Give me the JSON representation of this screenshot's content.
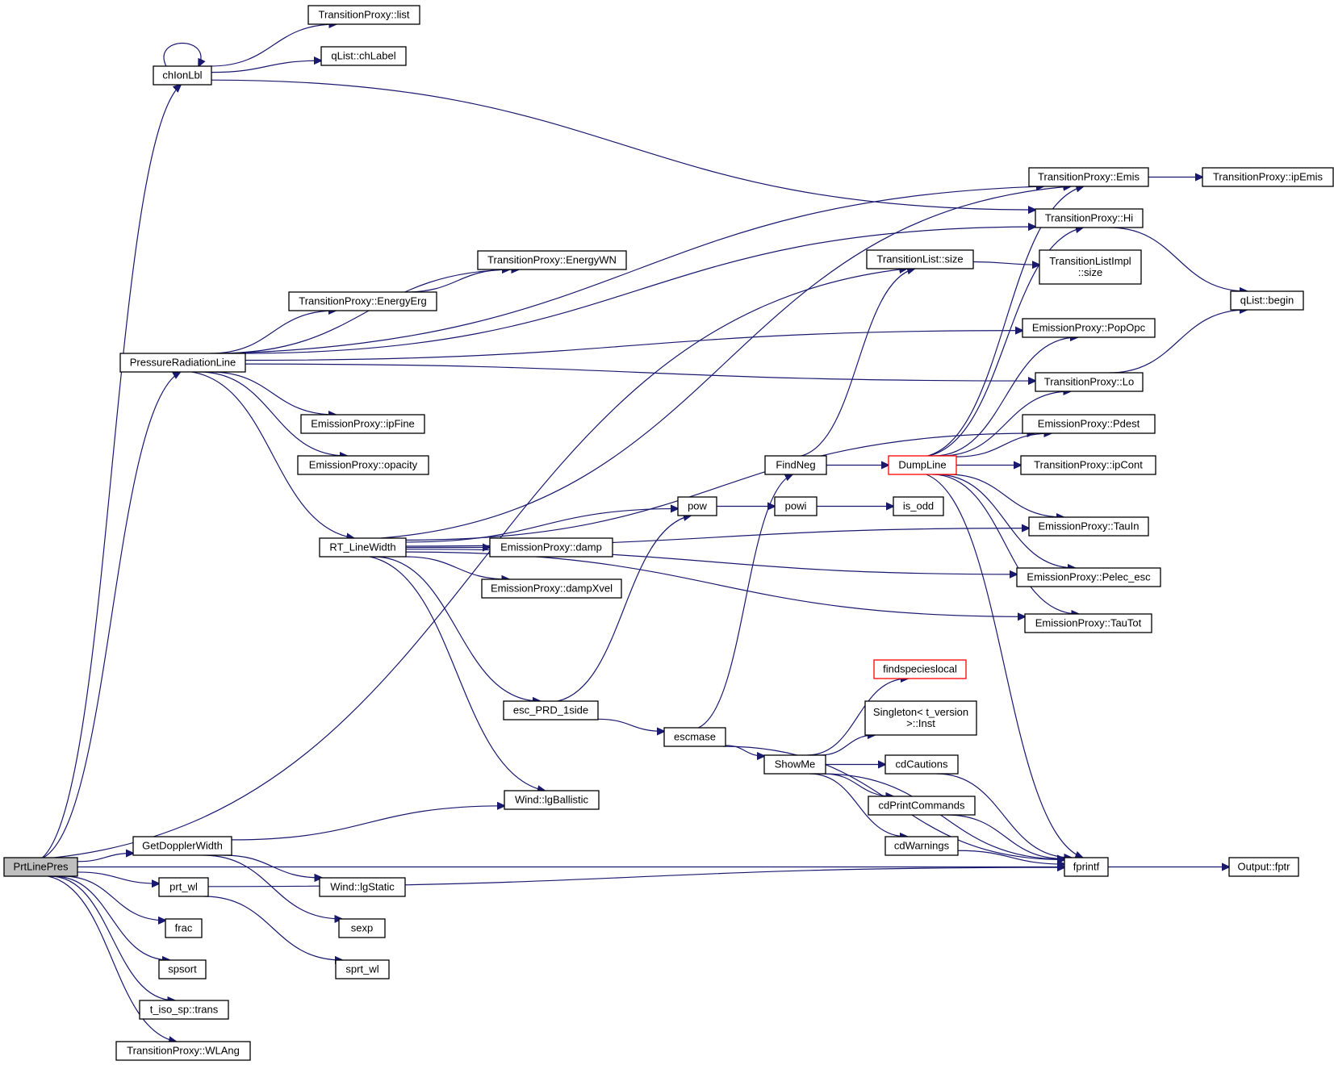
{
  "diagram": {
    "root": "PrtLinePres",
    "nodes": [
      {
        "id": "PrtLinePres",
        "lines": [
          "PrtLinePres"
        ],
        "root": true
      },
      {
        "id": "chIonLbl",
        "lines": [
          "chIonLbl"
        ]
      },
      {
        "id": "TP_list",
        "lines": [
          "TransitionProxy::list"
        ]
      },
      {
        "id": "qList_chLabel",
        "lines": [
          "qList::chLabel"
        ]
      },
      {
        "id": "TP_Emis",
        "lines": [
          "TransitionProxy::Emis"
        ]
      },
      {
        "id": "TP_ipEmis",
        "lines": [
          "TransitionProxy::ipEmis"
        ]
      },
      {
        "id": "TP_Hi",
        "lines": [
          "TransitionProxy::Hi"
        ]
      },
      {
        "id": "TL_size",
        "lines": [
          "TransitionList::size"
        ]
      },
      {
        "id": "TLI_size",
        "lines": [
          "TransitionListImpl",
          "::size"
        ]
      },
      {
        "id": "qList_begin",
        "lines": [
          "qList::begin"
        ]
      },
      {
        "id": "TP_EnergyWN",
        "lines": [
          "TransitionProxy::EnergyWN"
        ]
      },
      {
        "id": "TP_EnergyErg",
        "lines": [
          "TransitionProxy::EnergyErg"
        ]
      },
      {
        "id": "EP_PopOpc",
        "lines": [
          "EmissionProxy::PopOpc"
        ]
      },
      {
        "id": "PressureRadiationLine",
        "lines": [
          "PressureRadiationLine"
        ]
      },
      {
        "id": "TP_Lo",
        "lines": [
          "TransitionProxy::Lo"
        ]
      },
      {
        "id": "EP_ipFine",
        "lines": [
          "EmissionProxy::ipFine"
        ]
      },
      {
        "id": "EP_Pdest",
        "lines": [
          "EmissionProxy::Pdest"
        ]
      },
      {
        "id": "EP_opacity",
        "lines": [
          "EmissionProxy::opacity"
        ]
      },
      {
        "id": "FindNeg",
        "lines": [
          "FindNeg"
        ]
      },
      {
        "id": "DumpLine",
        "lines": [
          "DumpLine"
        ],
        "truncated": true
      },
      {
        "id": "TP_ipCont",
        "lines": [
          "TransitionProxy::ipCont"
        ]
      },
      {
        "id": "pow",
        "lines": [
          "pow"
        ]
      },
      {
        "id": "powi",
        "lines": [
          "powi"
        ]
      },
      {
        "id": "is_odd",
        "lines": [
          "is_odd"
        ]
      },
      {
        "id": "RT_LineWidth",
        "lines": [
          "RT_LineWidth"
        ]
      },
      {
        "id": "EP_damp",
        "lines": [
          "EmissionProxy::damp"
        ]
      },
      {
        "id": "EP_TauIn",
        "lines": [
          "EmissionProxy::TauIn"
        ]
      },
      {
        "id": "EP_dampXvel",
        "lines": [
          "EmissionProxy::dampXvel"
        ]
      },
      {
        "id": "EP_Pelec_esc",
        "lines": [
          "EmissionProxy::Pelec_esc"
        ]
      },
      {
        "id": "EP_TauTot",
        "lines": [
          "EmissionProxy::TauTot"
        ]
      },
      {
        "id": "findspecieslocal",
        "lines": [
          "findspecieslocal"
        ],
        "truncated": true
      },
      {
        "id": "Singleton_Inst",
        "lines": [
          "Singleton< t_version",
          ">::Inst"
        ]
      },
      {
        "id": "esc_PRD_1side",
        "lines": [
          "esc_PRD_1side"
        ]
      },
      {
        "id": "escmase",
        "lines": [
          "escmase"
        ]
      },
      {
        "id": "ShowMe",
        "lines": [
          "ShowMe"
        ]
      },
      {
        "id": "cdCautions",
        "lines": [
          "cdCautions"
        ]
      },
      {
        "id": "Wind_lgBallistic",
        "lines": [
          "Wind::lgBallistic"
        ]
      },
      {
        "id": "cdPrintCommands",
        "lines": [
          "cdPrintCommands"
        ]
      },
      {
        "id": "GetDopplerWidth",
        "lines": [
          "GetDopplerWidth"
        ]
      },
      {
        "id": "cdWarnings",
        "lines": [
          "cdWarnings"
        ]
      },
      {
        "id": "fprintf",
        "lines": [
          "fprintf"
        ]
      },
      {
        "id": "Output_fptr",
        "lines": [
          "Output::fptr"
        ]
      },
      {
        "id": "Wind_lgStatic",
        "lines": [
          "Wind::lgStatic"
        ]
      },
      {
        "id": "prt_wl",
        "lines": [
          "prt_wl"
        ]
      },
      {
        "id": "frac",
        "lines": [
          "frac"
        ]
      },
      {
        "id": "sexp",
        "lines": [
          "sexp"
        ]
      },
      {
        "id": "spsort",
        "lines": [
          "spsort"
        ]
      },
      {
        "id": "sprt_wl",
        "lines": [
          "sprt_wl"
        ]
      },
      {
        "id": "t_iso_sp_trans",
        "lines": [
          "t_iso_sp::trans"
        ]
      },
      {
        "id": "TP_WLAng",
        "lines": [
          "TransitionProxy::WLAng"
        ]
      }
    ],
    "edges": [
      [
        "PrtLinePres",
        "chIonLbl"
      ],
      [
        "PrtLinePres",
        "TL_size"
      ],
      [
        "PrtLinePres",
        "PressureRadiationLine"
      ],
      [
        "PrtLinePres",
        "fprintf"
      ],
      [
        "PrtLinePres",
        "GetDopplerWidth"
      ],
      [
        "PrtLinePres",
        "prt_wl"
      ],
      [
        "PrtLinePres",
        "frac"
      ],
      [
        "PrtLinePres",
        "spsort"
      ],
      [
        "PrtLinePres",
        "t_iso_sp_trans"
      ],
      [
        "PrtLinePres",
        "TP_WLAng"
      ],
      [
        "chIonLbl",
        "chIonLbl"
      ],
      [
        "chIonLbl",
        "TP_list"
      ],
      [
        "chIonLbl",
        "qList_chLabel"
      ],
      [
        "chIonLbl",
        "TP_Hi"
      ],
      [
        "TP_Emis",
        "TP_ipEmis"
      ],
      [
        "TP_Hi",
        "qList_begin"
      ],
      [
        "TL_size",
        "TLI_size"
      ],
      [
        "TP_EnergyErg",
        "TP_EnergyWN"
      ],
      [
        "PressureRadiationLine",
        "TP_Emis"
      ],
      [
        "PressureRadiationLine",
        "TP_Hi"
      ],
      [
        "PressureRadiationLine",
        "TP_EnergyWN"
      ],
      [
        "PressureRadiationLine",
        "TP_EnergyErg"
      ],
      [
        "PressureRadiationLine",
        "EP_PopOpc"
      ],
      [
        "PressureRadiationLine",
        "TP_Lo"
      ],
      [
        "PressureRadiationLine",
        "EP_ipFine"
      ],
      [
        "PressureRadiationLine",
        "EP_opacity"
      ],
      [
        "PressureRadiationLine",
        "RT_LineWidth"
      ],
      [
        "TP_Lo",
        "qList_begin"
      ],
      [
        "FindNeg",
        "TL_size"
      ],
      [
        "FindNeg",
        "DumpLine"
      ],
      [
        "DumpLine",
        "TP_Emis"
      ],
      [
        "DumpLine",
        "TP_Hi"
      ],
      [
        "DumpLine",
        "EP_PopOpc"
      ],
      [
        "DumpLine",
        "TP_Lo"
      ],
      [
        "DumpLine",
        "EP_Pdest"
      ],
      [
        "DumpLine",
        "TP_ipCont"
      ],
      [
        "DumpLine",
        "EP_TauIn"
      ],
      [
        "DumpLine",
        "EP_Pelec_esc"
      ],
      [
        "DumpLine",
        "EP_TauTot"
      ],
      [
        "DumpLine",
        "fprintf"
      ],
      [
        "pow",
        "powi"
      ],
      [
        "powi",
        "is_odd"
      ],
      [
        "RT_LineWidth",
        "TP_Emis"
      ],
      [
        "RT_LineWidth",
        "EP_Pdest"
      ],
      [
        "RT_LineWidth",
        "pow"
      ],
      [
        "RT_LineWidth",
        "EP_damp"
      ],
      [
        "RT_LineWidth",
        "EP_TauIn"
      ],
      [
        "RT_LineWidth",
        "EP_dampXvel"
      ],
      [
        "RT_LineWidth",
        "EP_Pelec_esc"
      ],
      [
        "RT_LineWidth",
        "EP_TauTot"
      ],
      [
        "RT_LineWidth",
        "esc_PRD_1side"
      ],
      [
        "RT_LineWidth",
        "Wind_lgBallistic"
      ],
      [
        "esc_PRD_1side",
        "pow"
      ],
      [
        "esc_PRD_1side",
        "escmase"
      ],
      [
        "escmase",
        "FindNeg"
      ],
      [
        "escmase",
        "ShowMe"
      ],
      [
        "escmase",
        "fprintf"
      ],
      [
        "ShowMe",
        "findspecieslocal"
      ],
      [
        "ShowMe",
        "Singleton_Inst"
      ],
      [
        "ShowMe",
        "cdCautions"
      ],
      [
        "ShowMe",
        "cdPrintCommands"
      ],
      [
        "ShowMe",
        "cdWarnings"
      ],
      [
        "ShowMe",
        "fprintf"
      ],
      [
        "cdCautions",
        "fprintf"
      ],
      [
        "cdPrintCommands",
        "fprintf"
      ],
      [
        "cdWarnings",
        "fprintf"
      ],
      [
        "fprintf",
        "Output_fptr"
      ],
      [
        "GetDopplerWidth",
        "Wind_lgBallistic"
      ],
      [
        "GetDopplerWidth",
        "Wind_lgStatic"
      ],
      [
        "GetDopplerWidth",
        "sexp"
      ],
      [
        "prt_wl",
        "sprt_wl"
      ],
      [
        "prt_wl",
        "fprintf"
      ]
    ]
  }
}
